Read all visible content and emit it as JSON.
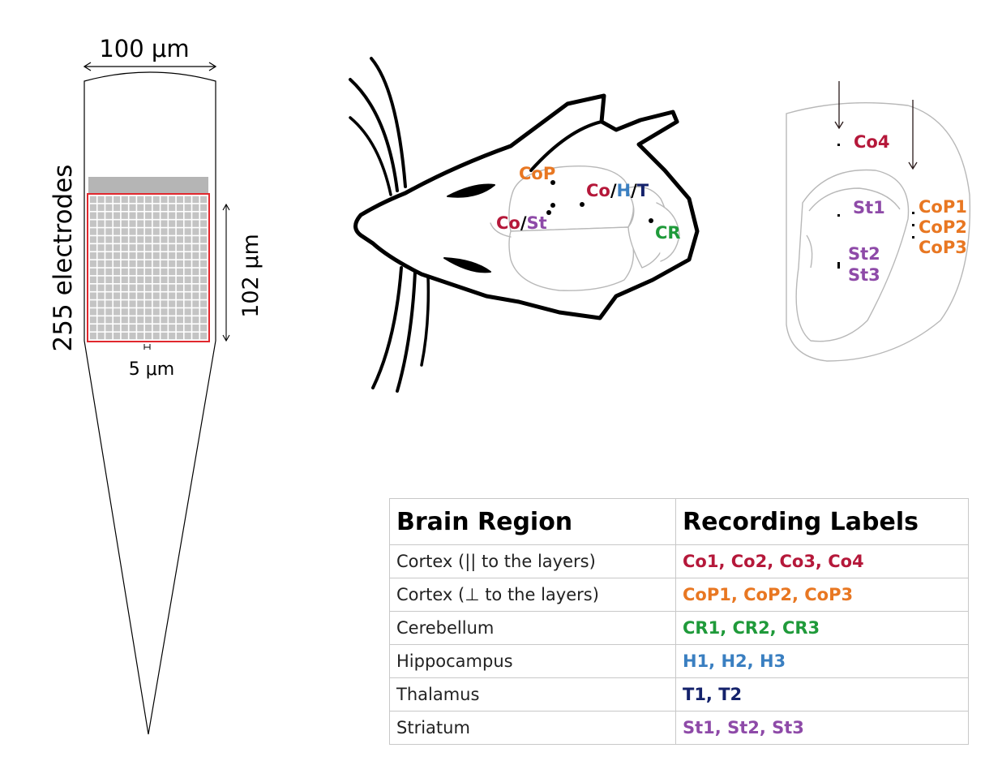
{
  "probe": {
    "width_label": "100 μm",
    "electrodes_label": "255 electrodes",
    "height_label": "102 μm",
    "pitch_label": "5 μm"
  },
  "head_labels": {
    "cop": "CoP",
    "co_a": "Co",
    "sep1": "/",
    "h": "H",
    "sep2": "/",
    "t": "T",
    "co_b": "Co",
    "sep3": "/",
    "st": "St",
    "cr": "CR"
  },
  "slice_labels": {
    "co4": "Co4",
    "st1": "St1",
    "st2": "St2",
    "st3": "St3",
    "cop1": "CoP1",
    "cop2": "CoP2",
    "cop3": "CoP3"
  },
  "table": {
    "headers": [
      "Brain Region",
      "Recording Labels"
    ],
    "rows": [
      {
        "region": "Cortex (|| to the layers)",
        "labels": "Co1, Co2, Co3, Co4",
        "color": "#b5183a"
      },
      {
        "region": "Cortex (⊥ to the layers)",
        "labels": "CoP1, CoP2, CoP3",
        "color": "#e87722"
      },
      {
        "region": "Cerebellum",
        "labels": "CR1, CR2, CR3",
        "color": "#1f9a3a"
      },
      {
        "region": "Hippocampus",
        "labels": "H1, H2, H3",
        "color": "#3a7fc1"
      },
      {
        "region": "Thalamus",
        "labels": "T1, T2",
        "color": "#14226b"
      },
      {
        "region": "Striatum",
        "labels": "St1, St2, St3",
        "color": "#8e4aa8"
      }
    ]
  },
  "colors": {
    "cortex_parallel": "#b5183a",
    "cortex_perp": "#e87722",
    "cerebellum": "#1f9a3a",
    "hippocampus": "#3a7fc1",
    "thalamus": "#14226b",
    "striatum": "#8e4aa8",
    "array_outline": "#e0282e"
  }
}
